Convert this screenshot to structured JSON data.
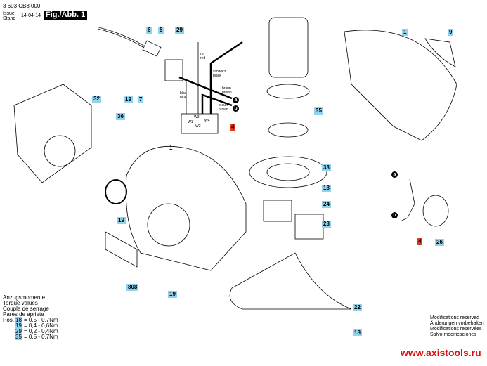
{
  "header": {
    "part_number": "3 603 CB8 000",
    "issue_label": "Issue",
    "stand_label": "Stand",
    "date": "14-04-14",
    "figure": "Fig./Abb. 1"
  },
  "callouts": {
    "p6": "6",
    "p5": "5",
    "p29": "29",
    "p1a": "1",
    "p9": "9",
    "p32": "32",
    "p36": "36",
    "p19a": "19",
    "p7": "7",
    "p1b": "1",
    "p4a": "4",
    "p35": "35",
    "p33": "33",
    "p18a": "18",
    "p24": "24",
    "p23": "23",
    "p19b": "19",
    "p808": "808",
    "p19c": "19",
    "p22": "22",
    "p18b": "18",
    "p4b": "4",
    "p26": "26",
    "a1": "a",
    "b1": "b",
    "a2": "a",
    "b2": "b"
  },
  "wires": {
    "rot": "rot",
    "red": "red",
    "schwarz": "schwarz",
    "black": "black",
    "braun1": "braun",
    "brown1": "brown",
    "braun2": "braun",
    "brown2": "brown",
    "blau": "blau",
    "blue": "blue",
    "w1": "W1",
    "w2": "W2",
    "w3": "W3",
    "w4": "W4"
  },
  "torque": {
    "title_de": "Anzugsmomente",
    "title_en": "Torque values",
    "title_fr": "Couple de serrage",
    "title_es": "Pares de apriete",
    "pos_label": "Pos.",
    "rows": [
      {
        "pos": "18",
        "value": "=  0,5  -  0,7Nm"
      },
      {
        "pos": "19",
        "value": "=  0,4  -  0,6Nm"
      },
      {
        "pos": "29",
        "value": "=  0,2  -  0,4Nm"
      },
      {
        "pos": "35",
        "value": "=  0,5  -  0,7Nm"
      }
    ]
  },
  "footer": {
    "mod_en": "Modifications reserved",
    "mod_de": "Änderungen vorbehalten",
    "mod_fr": "Modifications reservées",
    "mod_es": "Salvo modificaciones",
    "website": "www.axistools.ru"
  }
}
